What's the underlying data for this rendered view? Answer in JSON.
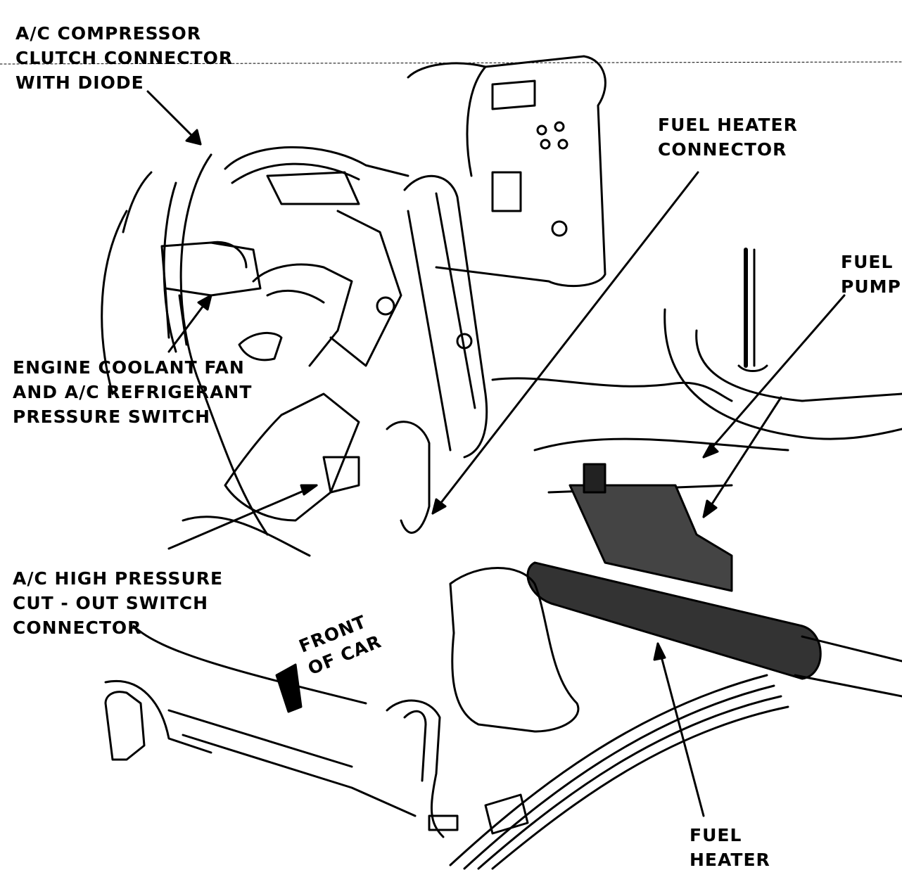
{
  "labels": {
    "ac_compressor": [
      "A/C COMPRESSOR",
      "CLUTCH CONNECTOR",
      "WITH DIODE"
    ],
    "fuel_heater_connector": [
      "FUEL HEATER",
      "CONNECTOR"
    ],
    "fuel_pump": [
      "FUEL",
      "PUMP"
    ],
    "engine_coolant": [
      "ENGINE COOLANT FAN",
      "AND A/C REFRIGERANT",
      "PRESSURE SWITCH"
    ],
    "ac_high_pressure": [
      "A/C HIGH PRESSURE",
      "CUT - OUT SWITCH",
      "CONNECTOR"
    ],
    "front_of_car": [
      "FRONT",
      "OF CAR"
    ],
    "fuel_heater": [
      "FUEL",
      "HEATER"
    ]
  },
  "colors": {
    "ink": "#000000",
    "paper": "#ffffff"
  }
}
